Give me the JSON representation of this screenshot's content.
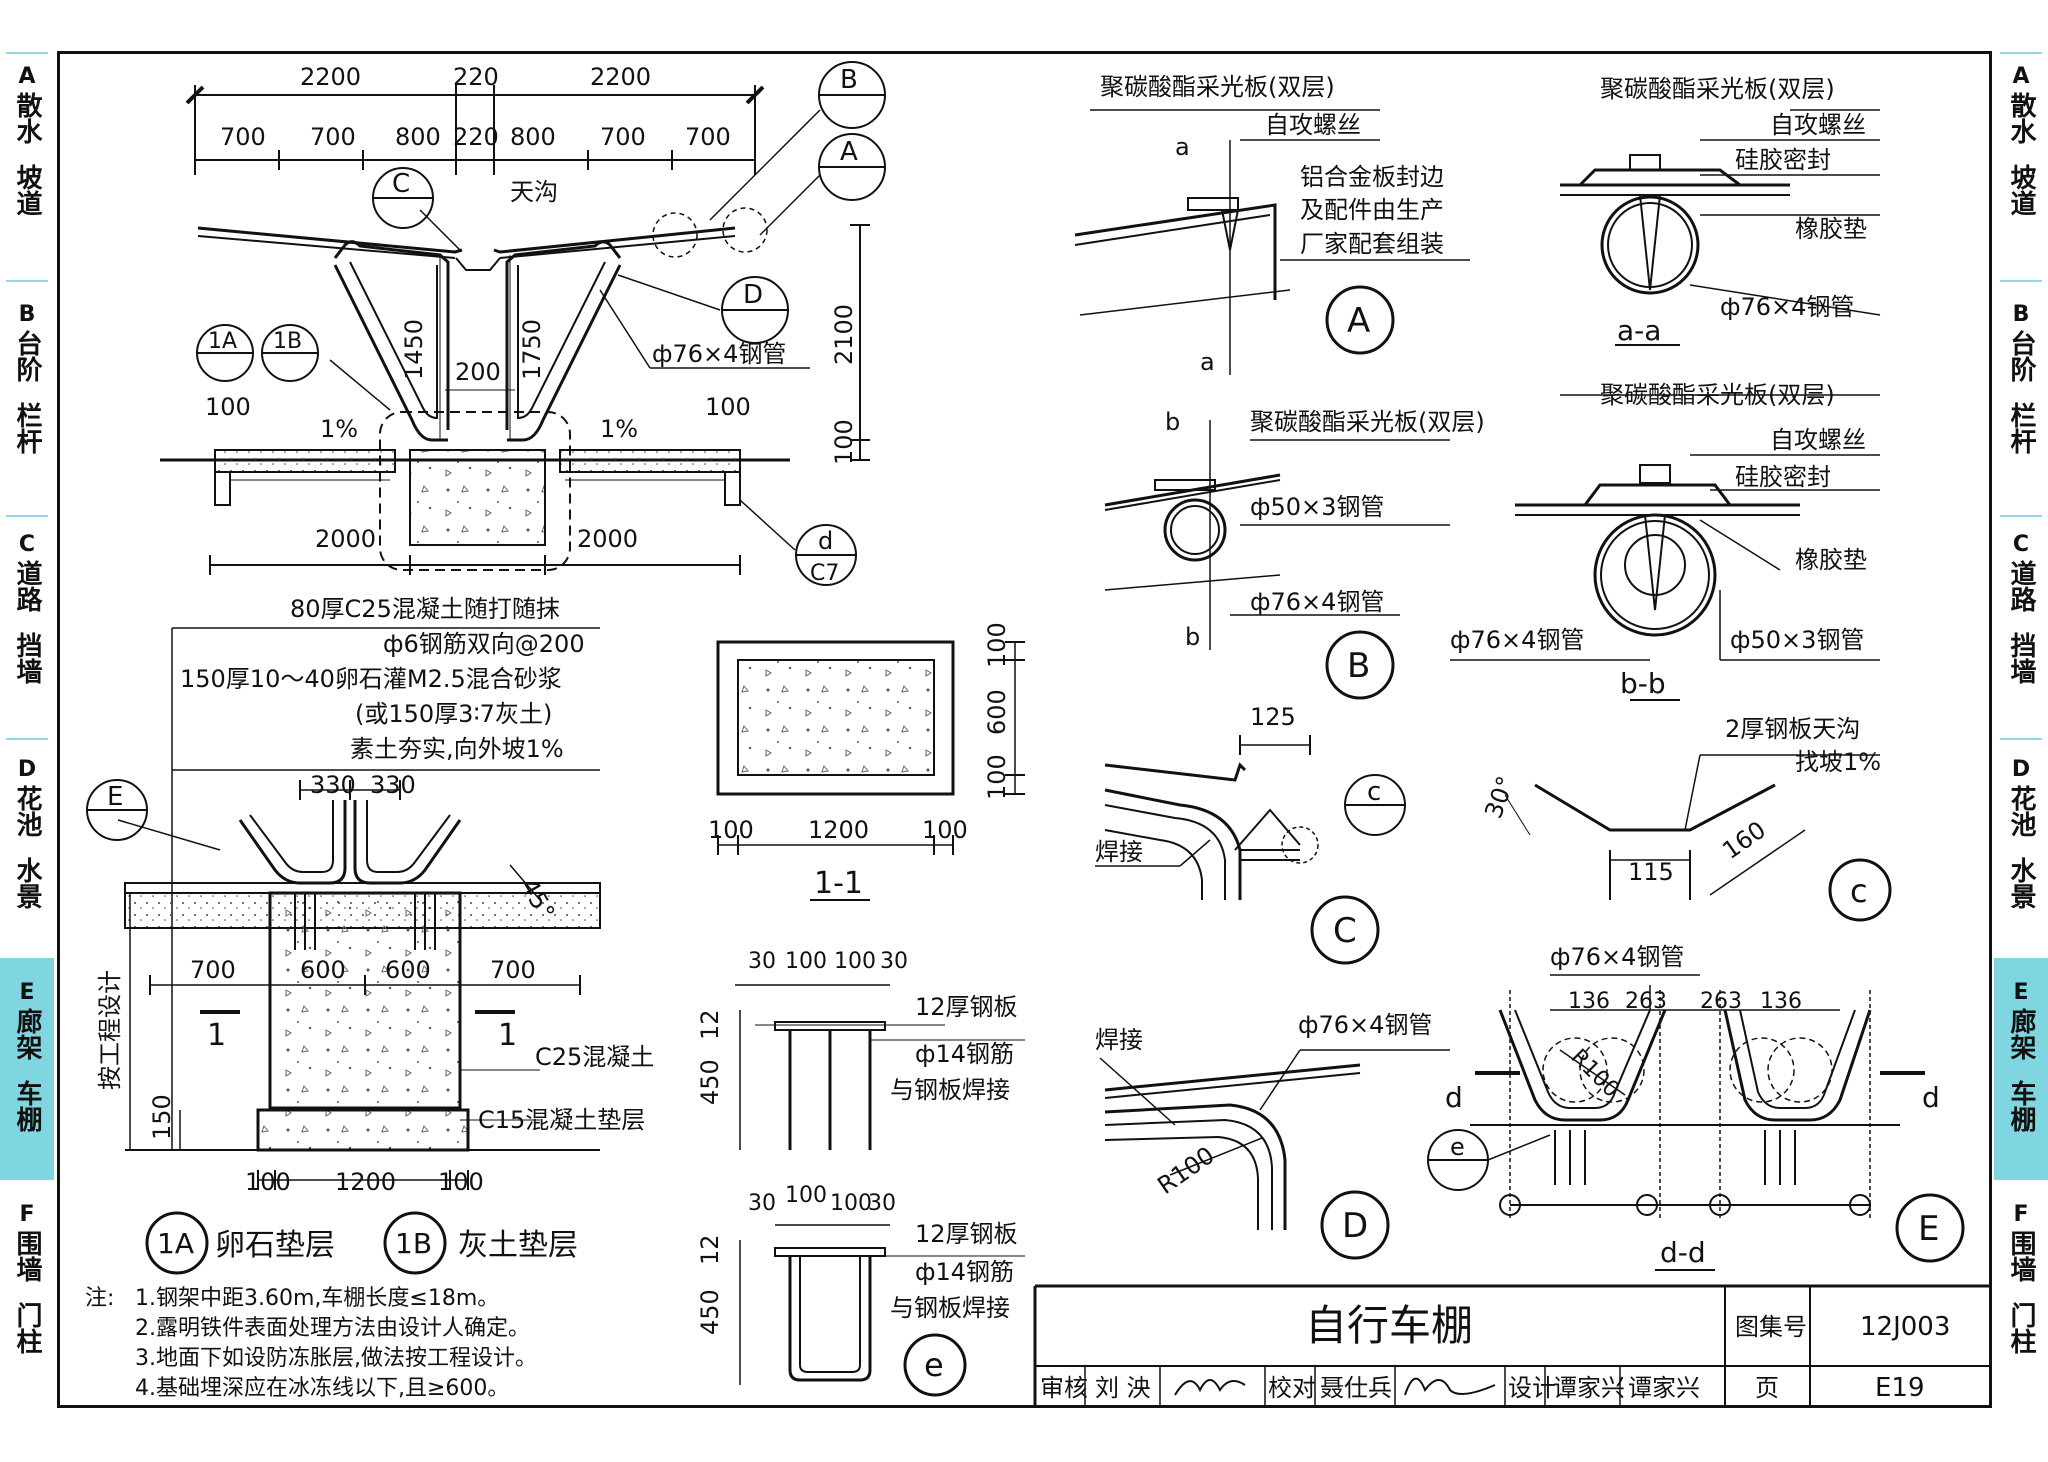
{
  "sidebar": {
    "tabs": [
      {
        "letter": "A",
        "line1": "散水",
        "line2": "坡道",
        "active": false
      },
      {
        "letter": "B",
        "line1": "台阶",
        "line2": "栏杆",
        "active": false
      },
      {
        "letter": "C",
        "line1": "道路",
        "line2": "挡墙",
        "active": false
      },
      {
        "letter": "D",
        "line1": "花池",
        "line2": "水景",
        "active": false
      },
      {
        "letter": "E",
        "line1": "廊架",
        "line2": "车棚",
        "active": true
      },
      {
        "letter": "F",
        "line1": "围墙",
        "line2": "门柱",
        "active": false
      }
    ]
  },
  "elevation": {
    "dims_top_row1": [
      "2200",
      "220",
      "2200"
    ],
    "dims_top_row2": [
      "700",
      "700",
      "800",
      "220",
      "800",
      "700",
      "700"
    ],
    "gutter_label": "天沟",
    "dim_1450": "1450",
    "dim_1750": "1750",
    "dim_200": "200",
    "dim_2100": "2100",
    "dim_100_right": "100",
    "dim_100_left": "100",
    "dim_100_mid": "100",
    "slope_left": "1%",
    "slope_right": "1%",
    "dim_2000_left": "2000",
    "dim_2000_right": "2000",
    "pipe_label": "ф76×4钢管",
    "callouts": {
      "B": {
        "top": "B",
        "bottom": "—"
      },
      "A": {
        "top": "A",
        "bottom": "—"
      },
      "C": {
        "top": "C",
        "bottom": "—"
      },
      "D": {
        "top": "D",
        "bottom": "—"
      },
      "1A": {
        "top": "1A",
        "bottom": "—"
      },
      "1B": {
        "top": "1B",
        "bottom": "—"
      },
      "d": {
        "top": "d",
        "bottom": "C7"
      }
    }
  },
  "foundation": {
    "notes": [
      "80厚C25混凝土随打随抹",
      "ф6钢筋双向@200",
      "150厚10～40卵石灌M2.5混合砂浆",
      "(或150厚3∶7灰土)",
      "素土夯实,向外坡1%"
    ],
    "callout_E": {
      "top": "E",
      "bottom": "—"
    },
    "dim_330a": "330",
    "dim_330b": "330",
    "angle": "45°",
    "dims_mid": [
      "700",
      "600",
      "600",
      "700"
    ],
    "section_mark": "1",
    "side_label": "按工程设计",
    "c25": "C25混凝土",
    "c15": "C15混凝土垫层",
    "dim_150": "150",
    "dims_bottom": [
      "100",
      "1200",
      "100"
    ],
    "title_1A": "1A",
    "title_1A_text": "卵石垫层",
    "title_1B": "1B",
    "title_1B_text": "灰土垫层"
  },
  "section11": {
    "dims_right": [
      "100",
      "600",
      "100"
    ],
    "dims_bottom": [
      "100",
      "1200",
      "100"
    ],
    "title": "1-1"
  },
  "embed_plates": {
    "top_dims": [
      "30",
      "100",
      "100",
      "30"
    ],
    "dim_12": "12",
    "dim_450": "450",
    "plate": "12厚钢板",
    "bar": "ф14钢筋",
    "weld": "与钢板焊接",
    "title": "e"
  },
  "notes": {
    "title": "注:",
    "items": [
      "1.钢架中距3.60m,车棚长度≤18m。",
      "2.露明铁件表面处理方法由设计人确定。",
      "3.地面下如设防冻胀层,做法按工程设计。",
      "4.基础埋深应在冰冻线以下,且≥600。"
    ]
  },
  "detailA": {
    "panel": "聚碳酸酯采光板(双层)",
    "screw": "自攻螺丝",
    "edge": [
      "铝合金板封边",
      "及配件由生产",
      "厂家配套组装"
    ],
    "cut": "a",
    "title": "A"
  },
  "section_aa": {
    "panel": "聚碳酸酯采光板(双层)",
    "screw": "自攻螺丝",
    "seal": "硅胶密封",
    "pad": "橡胶垫",
    "pipe": "ф76×4钢管",
    "title": "a-a"
  },
  "detailB": {
    "panel": "聚碳酸酯采光板(双层)",
    "pipe50": "ф50×3钢管",
    "pipe76": "ф76×4钢管",
    "cut": "b",
    "title": "B"
  },
  "section_bb": {
    "panel": "聚碳酸酯采光板(双层)",
    "screw": "自攻螺丝",
    "seal": "硅胶密封",
    "pad": "橡胶垫",
    "pipe76": "ф76×4钢管",
    "pipe50": "ф50×3钢管",
    "title": "b-b"
  },
  "detailC": {
    "dim": "125",
    "weld": "焊接",
    "callout": {
      "top": "c",
      "bottom": "—"
    },
    "title": "C"
  },
  "detail_c_small": {
    "label1": "2厚钢板天沟",
    "label2": "找坡1%",
    "angle": "30°",
    "dim_115": "115",
    "dim_160": "160",
    "title": "c"
  },
  "detailD": {
    "weld": "焊接",
    "pipe": "ф76×4钢管",
    "radius": "R100",
    "title": "D"
  },
  "detailE": {
    "pipe": "ф76×4钢管",
    "dims": [
      "136",
      "263",
      "263",
      "136"
    ],
    "radius": "R100",
    "cut": "d",
    "callout": {
      "top": "e",
      "bottom": "—"
    },
    "section_title": "d-d",
    "title": "E"
  },
  "title_block": {
    "drawing_title": "自行车棚",
    "atlas_label": "图集号",
    "atlas_no": "12J003",
    "review_label": "审核",
    "reviewer": "刘 泱",
    "check_label": "校对",
    "checker": "聂仕兵",
    "design_label": "设计",
    "designer": "谭家兴",
    "designer_sign": "谭家兴",
    "page_label": "页",
    "page_no": "E19"
  }
}
